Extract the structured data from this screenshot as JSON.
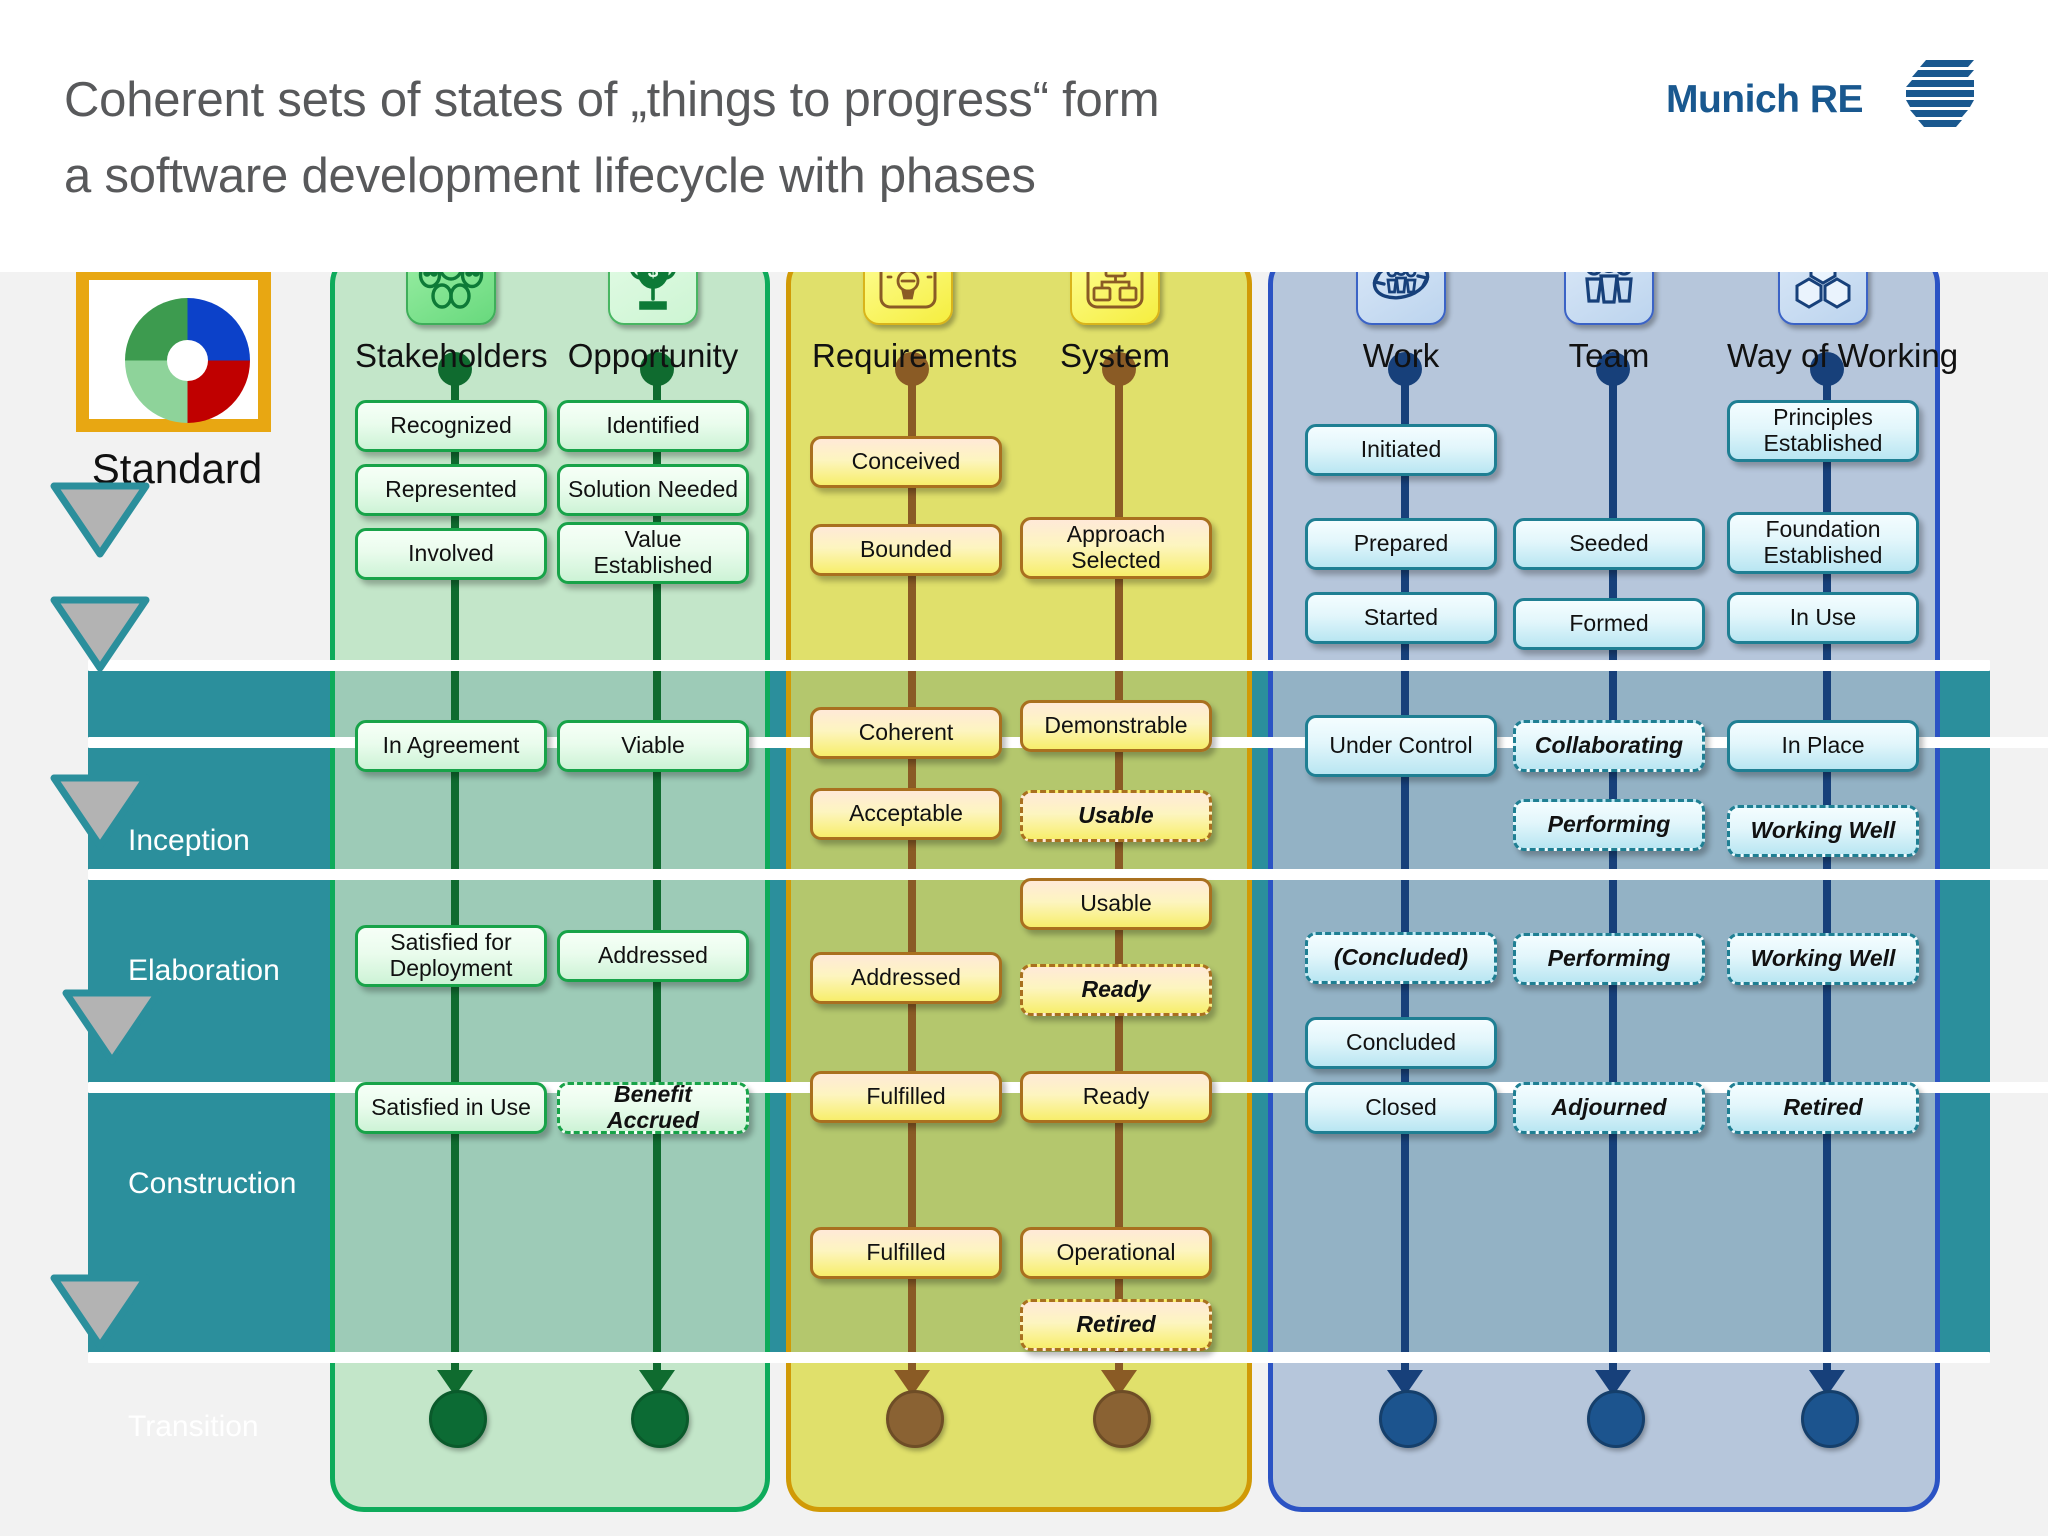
{
  "header": {
    "title_line1": "Coherent sets of states of „things to progress“ form",
    "title_line2": "a software development lifecycle with phases",
    "logo_text": "Munich RE",
    "logo_mark": "munich-re-stripes-logo",
    "brand_color": "#19588f"
  },
  "standard": {
    "label": "Standard",
    "icon": "donut-chart-icon",
    "frame_color": "#e8a712",
    "segments": [
      {
        "name": "blue-quadrant",
        "color": "#0c41c9"
      },
      {
        "name": "red-quadrant",
        "color": "#c00000"
      },
      {
        "name": "light-green-quadrant",
        "color": "#8ed39a"
      },
      {
        "name": "green-quadrant",
        "color": "#3d9b4f"
      }
    ]
  },
  "phases": [
    {
      "label": "Inception"
    },
    {
      "label": "Elaboration"
    },
    {
      "label": "Construction"
    },
    {
      "label": "Transition"
    }
  ],
  "phase_band_color": "#2b8f9c",
  "milestone_count": 5,
  "groups": [
    {
      "name": "customer",
      "color": "#c3e6c9",
      "border": "#0eab5b",
      "columns": [
        {
          "title": "Stakeholders",
          "icon": "stakeholders-people-icon",
          "states": [
            {
              "label": "Recognized",
              "style": "solid"
            },
            {
              "label": "Represented",
              "style": "solid"
            },
            {
              "label": "Involved",
              "style": "solid"
            },
            {
              "label": "In Agreement",
              "style": "solid"
            },
            {
              "label": "Satisfied for Deployment",
              "style": "solid"
            },
            {
              "label": "Satisfied in Use",
              "style": "solid"
            }
          ]
        },
        {
          "title": "Opportunity",
          "icon": "trophy-dollar-icon",
          "states": [
            {
              "label": "Identified",
              "style": "solid"
            },
            {
              "label": "Solution Needed",
              "style": "solid"
            },
            {
              "label": "Value Established",
              "style": "solid"
            },
            {
              "label": "Viable",
              "style": "solid"
            },
            {
              "label": "Addressed",
              "style": "solid"
            },
            {
              "label": "Benefit Accrued",
              "style": "dashed"
            }
          ]
        }
      ]
    },
    {
      "name": "solution",
      "color": "#e0e06b",
      "border": "#d19a06",
      "columns": [
        {
          "title": "Requirements",
          "icon": "lightbulb-idea-icon",
          "states": [
            {
              "label": "Conceived",
              "style": "solid"
            },
            {
              "label": "Bounded",
              "style": "solid"
            },
            {
              "label": "Coherent",
              "style": "solid"
            },
            {
              "label": "Acceptable",
              "style": "solid"
            },
            {
              "label": "Addressed",
              "style": "solid"
            },
            {
              "label": "Fulfilled",
              "style": "solid"
            },
            {
              "label": "Fulfilled",
              "style": "solid"
            }
          ]
        },
        {
          "title": "System",
          "icon": "system-hierarchy-icon",
          "states": [
            {
              "label": "Approach Selected",
              "style": "solid"
            },
            {
              "label": "Demonstrable",
              "style": "solid"
            },
            {
              "label": "Usable",
              "style": "dashed"
            },
            {
              "label": "Usable",
              "style": "solid"
            },
            {
              "label": "Ready",
              "style": "dashed"
            },
            {
              "label": "Ready",
              "style": "solid"
            },
            {
              "label": "Operational",
              "style": "solid"
            },
            {
              "label": "Retired",
              "style": "dashed"
            }
          ]
        }
      ]
    },
    {
      "name": "endeavour",
      "color": "#b6c6db",
      "border": "#2b53c4",
      "columns": [
        {
          "title": "Work",
          "icon": "work-cycle-people-icon",
          "states": [
            {
              "label": "Initiated",
              "style": "solid"
            },
            {
              "label": "Prepared",
              "style": "solid"
            },
            {
              "label": "Started",
              "style": "solid"
            },
            {
              "label": "Under Control",
              "style": "solid"
            },
            {
              "label": "(Concluded)",
              "style": "dashed"
            },
            {
              "label": "Concluded",
              "style": "solid"
            },
            {
              "label": "Closed",
              "style": "solid"
            }
          ]
        },
        {
          "title": "Team",
          "icon": "team-people-icon",
          "states": [
            {
              "label": "Seeded",
              "style": "solid"
            },
            {
              "label": "Formed",
              "style": "solid"
            },
            {
              "label": "Collaborating",
              "style": "dashed"
            },
            {
              "label": "Performing",
              "style": "dashed"
            },
            {
              "label": "Performing",
              "style": "dashed"
            },
            {
              "label": "Adjourned",
              "style": "dashed"
            }
          ]
        },
        {
          "title": "Way of Working",
          "icon": "hexagons-icon",
          "states": [
            {
              "label": "Principles Established",
              "style": "solid"
            },
            {
              "label": "Foundation Established",
              "style": "solid"
            },
            {
              "label": "In Use",
              "style": "solid"
            },
            {
              "label": "In Place",
              "style": "solid"
            },
            {
              "label": "Working Well",
              "style": "dashed"
            },
            {
              "label": "Working Well",
              "style": "dashed"
            },
            {
              "label": "Retired",
              "style": "dashed"
            }
          ]
        }
      ]
    }
  ]
}
